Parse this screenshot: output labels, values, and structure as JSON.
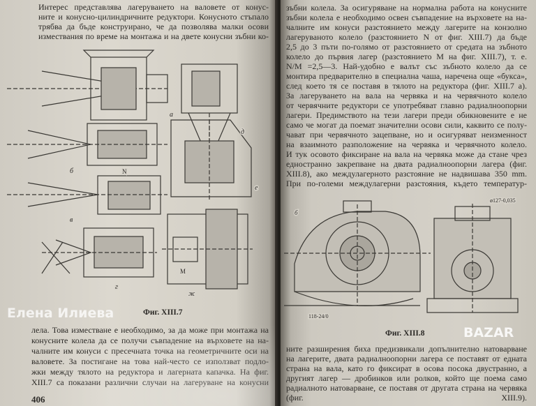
{
  "left_page": {
    "top_lines": [
      "Интерес представлява лагеруването на валовете от конус-",
      "ните и конусно-цилиндричните редуктори. Конусното стъпало",
      "трябва да бъде конструирано, че да позволява малки осови",
      "измествания по време на монтажа и на двете конусни зъбни ко-"
    ],
    "figure_caption": "Фиг. XIII.7",
    "figure_labels": [
      "а",
      "б",
      "в",
      "г",
      "д",
      "е",
      "ж",
      "N",
      "M"
    ],
    "bottom_lines": [
      "лела. Това изместване е необходимо, за да може при монтажа на",
      "конусните колела да се получи съвпадение на върховете на на-",
      "чалните им конуси с пресечната точка на геометричните оси на",
      "валовете. За постигане на това най-често се използват подло-",
      "жки между тялото на редуктора и лагерната капачка. На фиг.",
      "XIII.7 са показани различни случаи на лагеруване на конусни"
    ],
    "page_number": "406"
  },
  "right_page": {
    "top_lines": [
      "зъбни колела. За осигуряване на нормална работа на конусните",
      "зъбни колела е необходимо освен съвпадение на върховете на на-",
      "чалните им конуси разстоянието между лагерите на конзолно",
      "лагеруваното колело (разстоянието N от фиг. XIII.7) да бъде",
      "2,5 до 3 пъти по-голямо от разстоянието от средата на зъбното",
      "колело до първия лагер (разстоянието M на фиг. XIII.7), т. е.",
      "N/M =2,5—3. Най-удобно е валът със зъбното колело да се",
      "монтира предварително в специална чаша, наречена още «букса»,",
      "след което тя се поставя в тялото на редуктора (фиг. XIII.7 а).",
      "За лагеруването на вала на червяка и на червячното колело",
      "от червячните редуктори се употребяват главно радиалноопорни",
      "лагери. Предимството на тези лагери преди обикновените е не",
      "само че могат да поемат значителни осови сили, каквито се полу-",
      "чават при червячното зацепване, но и осигуряват неизменност",
      "на взаимното разположение на червяка и червячното колело.",
      "И тук осовото фиксиране на вала на червяка може да стане чрез",
      "едностранно закрепване на двата радиалноопорни лагера (фиг.",
      "XIII.8), ако междулагерното разстояние не надвишава 350 mm.",
      "При по-големи междулагерни разстояния, където температур-"
    ],
    "figure_caption": "Фиг. XIII.8",
    "figure_labels": [
      "б",
      "ø127-0,035",
      "118-24/0"
    ],
    "bottom_lines": [
      "ните разширения биха предизвикали допълнително натоварване",
      "на лагерите, двата радиалноопорни лагера се поставят от едната",
      "страна на вала, като го фиксират в осова посока двустранно, а",
      "другият лагер — дробинков или ролков, който ще поема само",
      "радиалното натоварване, се поставя от другата страна на червяка",
      "(фиг. XIII.9)."
    ]
  },
  "watermarks": {
    "top_left": "Елена Илиева",
    "bottom_right": "BAZAR"
  },
  "colors": {
    "paper": "#d8d4cb",
    "ink": "#2b2926",
    "spine": "#1c1a17"
  }
}
